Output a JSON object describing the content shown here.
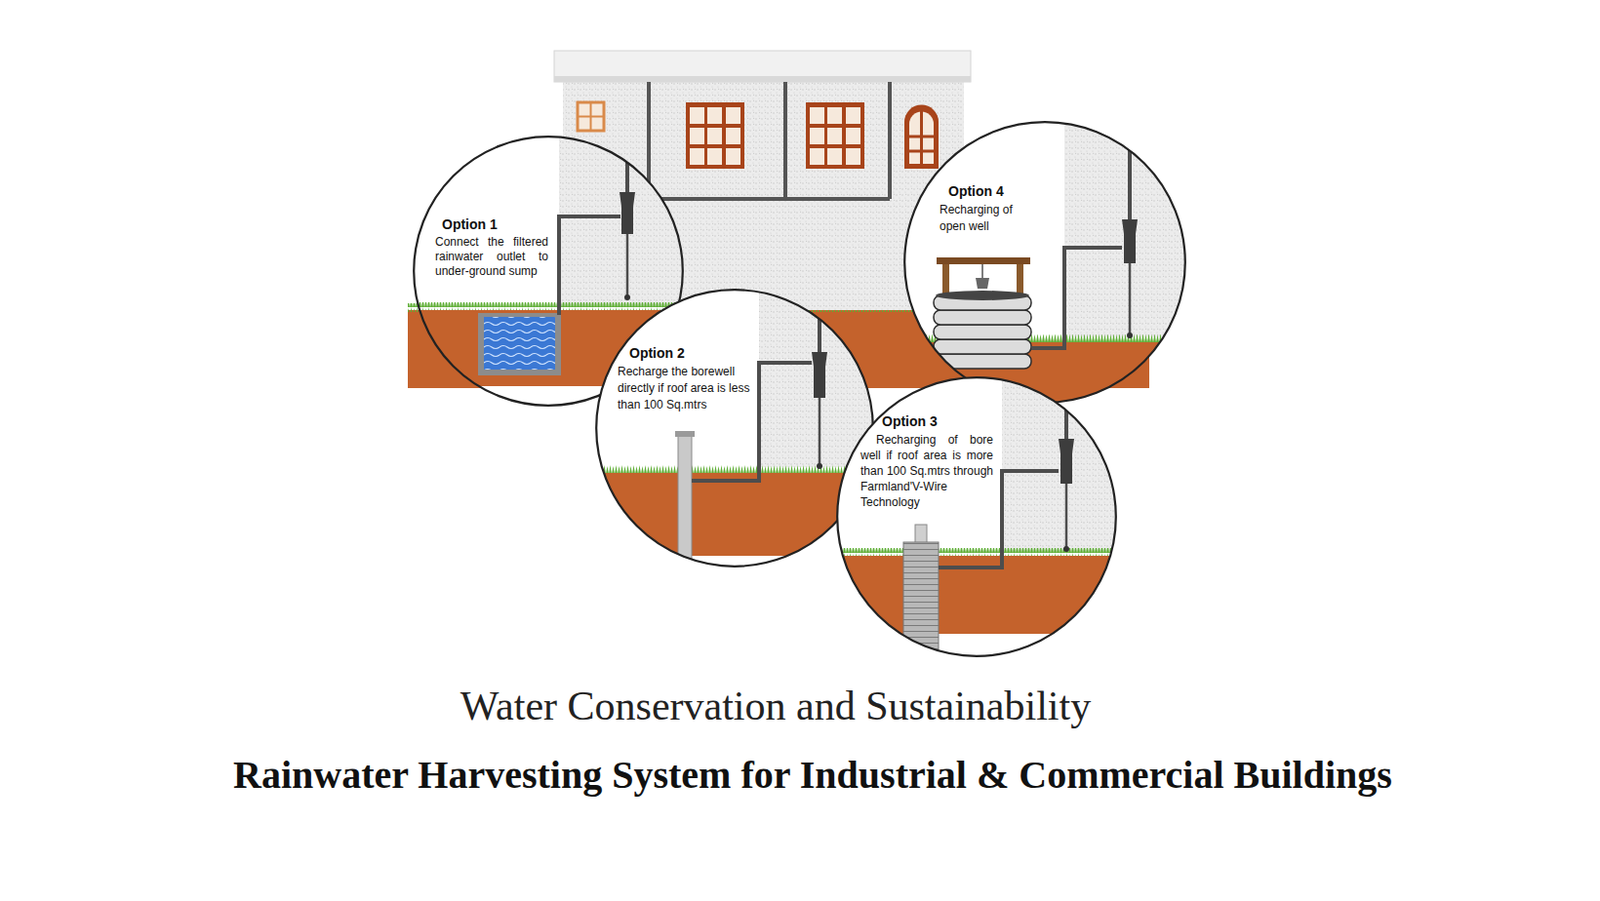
{
  "diagram": {
    "title": "Rainwater Harvesting System for Industrial & Commercial Buildings",
    "nodes": [
      {
        "text": [
          "Option 1",
          "Connect the filtered rainwater outlet to under-ground sump"
        ]
      },
      {
        "text": [
          "Option 2",
          "Recharge the borewell directly if roof area is less than 100 Sq.mtrs"
        ]
      },
      {
        "text": [
          "Option 3",
          "Recharging of bore well if roof area is more than 100 Sq.mtrs through Farmland'V-Wire Technology"
        ]
      },
      {
        "text": [
          "Option 4",
          "Recharging of open well"
        ]
      }
    ],
    "labels": [
      "Water Conservation and Sustainability"
    ]
  }
}
